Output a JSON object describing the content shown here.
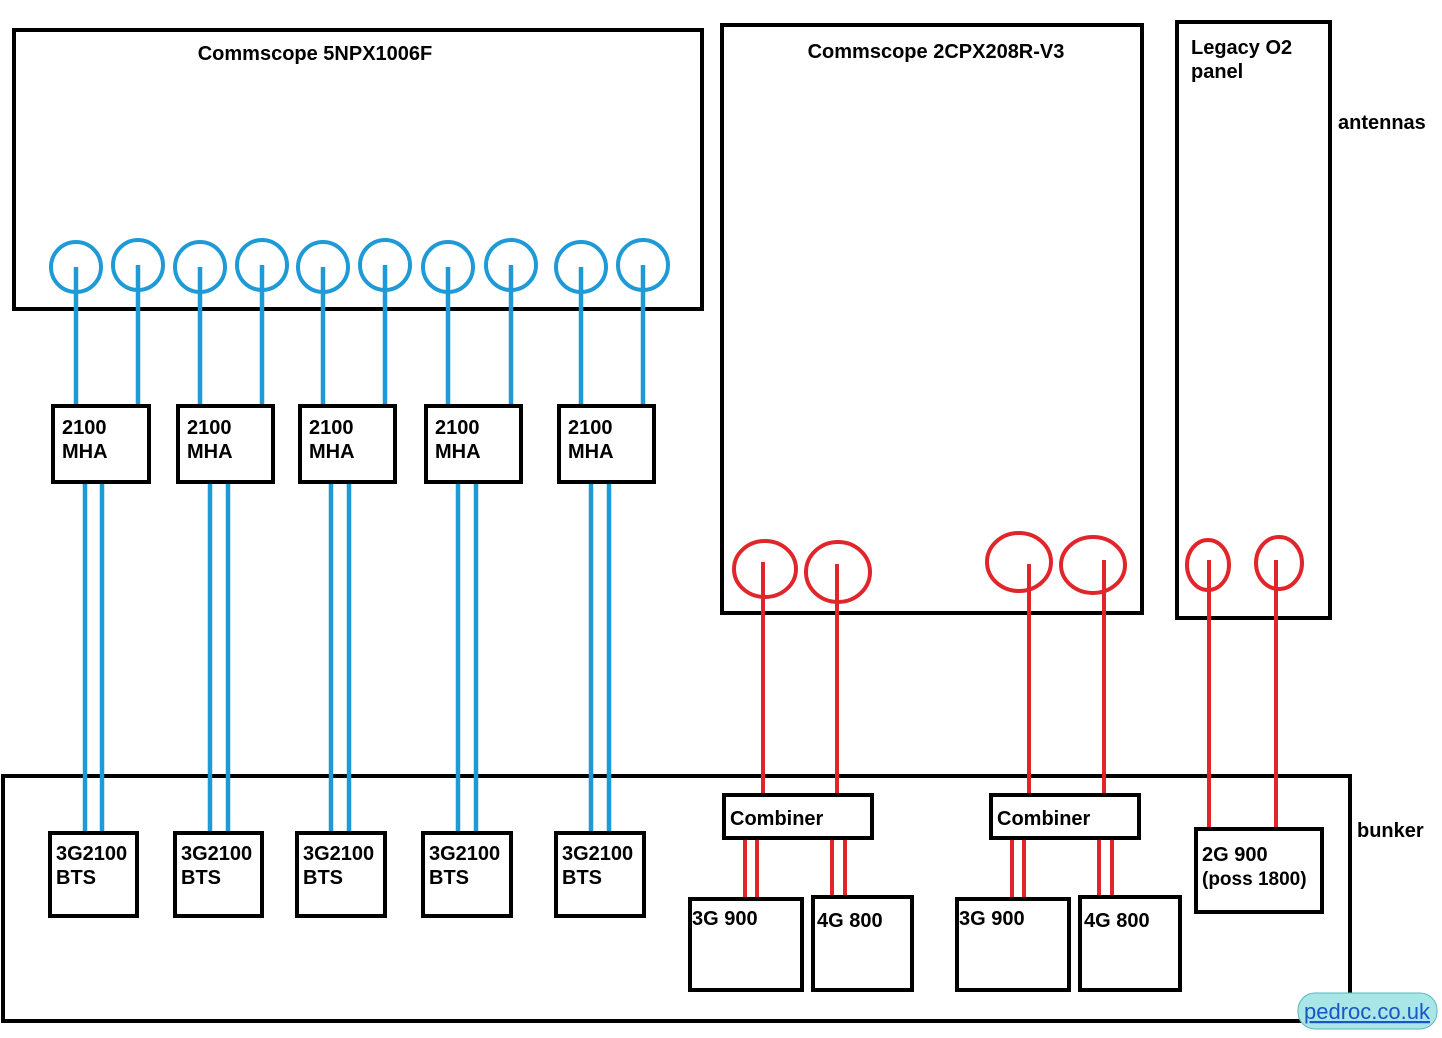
{
  "antennas": {
    "commscope_5npx": {
      "title": "Commscope 5NPX1006F"
    },
    "commscope_2cpx": {
      "title": "Commscope 2CPX208R-V3"
    },
    "legacy_o2": {
      "title_line1": "Legacy O2",
      "title_line2": "panel"
    }
  },
  "section_labels": {
    "antennas": "antennas",
    "bunker": "bunker"
  },
  "mha": [
    {
      "line1": "2100",
      "line2": "MHA"
    },
    {
      "line1": "2100",
      "line2": "MHA"
    },
    {
      "line1": "2100",
      "line2": "MHA"
    },
    {
      "line1": "2100",
      "line2": "MHA"
    },
    {
      "line1": "2100",
      "line2": "MHA"
    }
  ],
  "bts": [
    {
      "line1": "3G2100",
      "line2": "BTS"
    },
    {
      "line1": "3G2100",
      "line2": "BTS"
    },
    {
      "line1": "3G2100",
      "line2": "BTS"
    },
    {
      "line1": "3G2100",
      "line2": "BTS"
    },
    {
      "line1": "3G2100",
      "line2": "BTS"
    }
  ],
  "combiners": [
    {
      "label": "Combiner",
      "left_unit": "3G 900",
      "right_unit": "4G 800"
    },
    {
      "label": "Combiner",
      "left_unit": "3G 900",
      "right_unit": "4G 800"
    }
  ],
  "legacy_bts": {
    "line1": "2G 900",
    "line2": "(poss 1800)"
  },
  "watermark": "pedroc.co.uk",
  "colors": {
    "blue_feeder": "#1e9ad6",
    "red_feeder": "#e0262b",
    "outline": "#000000"
  }
}
